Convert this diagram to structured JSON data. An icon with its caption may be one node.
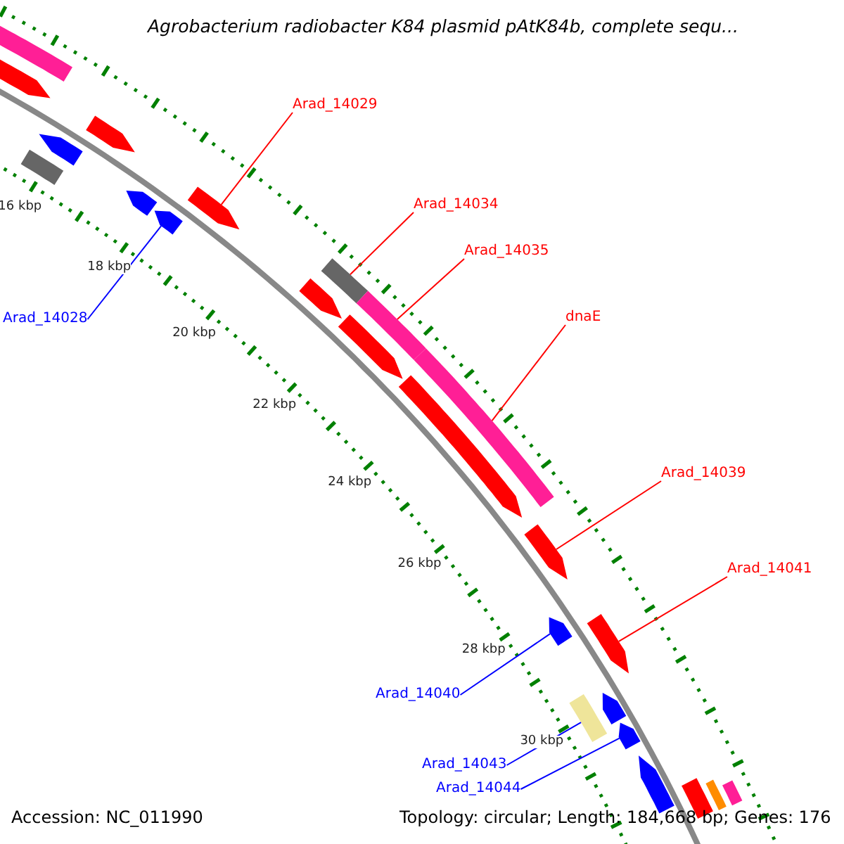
{
  "diagram": {
    "title": "Agrobacterium radiobacter K84 plasmid pAtK84b, complete sequ...",
    "nodes": [
      {
        "text": [
          "Arad_14029"
        ]
      },
      {
        "text": [
          "Arad_14034"
        ]
      },
      {
        "text": [
          "Arad_14035"
        ]
      },
      {
        "text": [
          "dnaE"
        ]
      },
      {
        "text": [
          "Arad_14028"
        ]
      },
      {
        "text": [
          "Arad_14039"
        ]
      },
      {
        "text": [
          "Arad_14041"
        ]
      },
      {
        "text": [
          "Arad_14040"
        ]
      },
      {
        "text": [
          "Arad_14043"
        ]
      },
      {
        "text": [
          "Arad_14044"
        ]
      },
      {
        "text": [],
        "shape": "bar"
      },
      {
        "text": [],
        "shape": "arrow"
      },
      {
        "text": [],
        "shape": "arrow"
      },
      {
        "text": [],
        "shape": "box"
      },
      {
        "text": [],
        "shape": "arrow"
      },
      {
        "text": [],
        "shape": "arrow"
      },
      {
        "text": [],
        "shape": "arrow"
      },
      {
        "text": [],
        "shape": "arrow"
      },
      {
        "text": [],
        "shape": "arrow"
      },
      {
        "text": [],
        "shape": "box"
      },
      {
        "text": [],
        "shape": "bar"
      },
      {
        "text": [],
        "shape": "arrow"
      },
      {
        "text": [],
        "shape": "bar"
      },
      {
        "text": [],
        "shape": "arrow"
      },
      {
        "text": [],
        "shape": "arrow"
      },
      {
        "text": [],
        "shape": "arrow"
      },
      {
        "text": [],
        "shape": "arrow"
      },
      {
        "text": [],
        "shape": "box"
      },
      {
        "text": [],
        "shape": "arrow"
      },
      {
        "text": [],
        "shape": "arrow"
      },
      {
        "text": [],
        "shape": "arrow"
      },
      {
        "text": [],
        "shape": "bar"
      },
      {
        "text": [],
        "shape": "bar"
      },
      {
        "text": [],
        "shape": "bar"
      }
    ],
    "edges": [
      {
        "from": 0,
        "to": 17,
        "arrow": "none"
      },
      {
        "from": 1,
        "to": 19,
        "arrow": "none"
      },
      {
        "from": 2,
        "to": 20,
        "arrow": "none"
      },
      {
        "from": 3,
        "to": 22,
        "arrow": "none"
      },
      {
        "from": 4,
        "to": 16,
        "arrow": "none",
        "color": "#0000ff"
      },
      {
        "from": 5,
        "to": 24,
        "arrow": "none"
      },
      {
        "from": 6,
        "to": 26,
        "arrow": "none"
      },
      {
        "from": 7,
        "to": 25,
        "arrow": "none",
        "color": "#0000ff"
      },
      {
        "from": 8,
        "to": 27,
        "arrow": "none",
        "color": "#0000ff"
      },
      {
        "from": 9,
        "to": 29,
        "arrow": "none",
        "color": "#0000ff"
      }
    ],
    "labels": [
      "16 kbp",
      "18 kbp",
      "20 kbp",
      "22 kbp",
      "24 kbp",
      "26 kbp",
      "28 kbp",
      "30 kbp",
      "Accession: NC_011990",
      "Topology: circular; Length: 184,668 bp; Genes: 176"
    ]
  }
}
